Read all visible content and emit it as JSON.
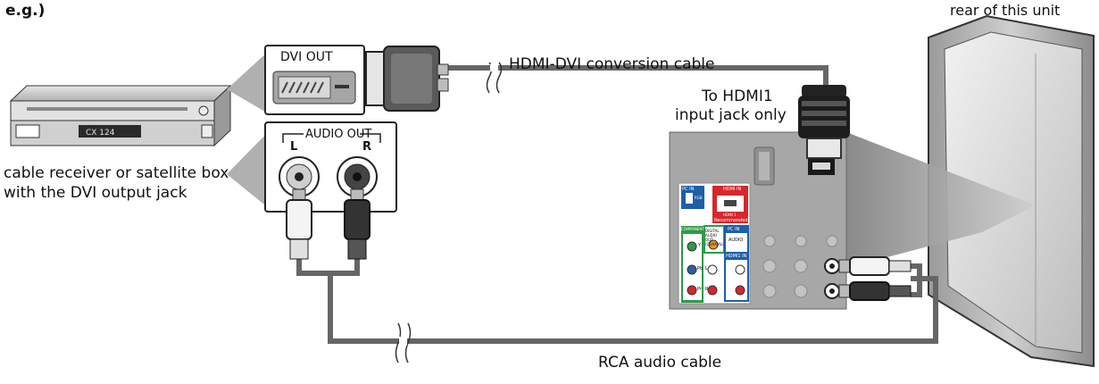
{
  "example_label": "e.g.)",
  "tv_label": "rear of this unit",
  "source_device": {
    "label_line1": "cable receiver or satellite box",
    "label_line2": "with the DVI output jack",
    "display_text": "CX 124"
  },
  "dvi_panel": {
    "label": "DVI OUT"
  },
  "audio_panel": {
    "label": "AUDIO OUT",
    "left": "L",
    "right": "R"
  },
  "cables": {
    "hdmi_dvi": "HDMI-DVI conversion cable",
    "rca_audio": "RCA audio cable"
  },
  "hdmi_note": {
    "line1": "To HDMI1",
    "line2": "input jack only"
  },
  "tv_panel": {
    "pc_in": "PC IN",
    "rgb": "RGB",
    "hdmi_in": "HDMI IN",
    "hdmi1": "HDMI 1",
    "recommended": "Recommended",
    "component": "COMPONENT",
    "digital_audio_out": "DIGITAL AUDIO OUT (COAXIAL)",
    "pc_in_audio": "PC IN",
    "audio": "AUDIO",
    "hdmi1_in": "HDMI1 IN",
    "y": "Y",
    "pb": "Pb",
    "pr": "Pr",
    "l": "L",
    "r": "R"
  },
  "colors": {
    "cable": "#666666",
    "panel_grey": "#a7a7a7",
    "blue_box": "#1e5fa8",
    "red_box": "#d8262c",
    "green_box": "#2e9a47"
  }
}
